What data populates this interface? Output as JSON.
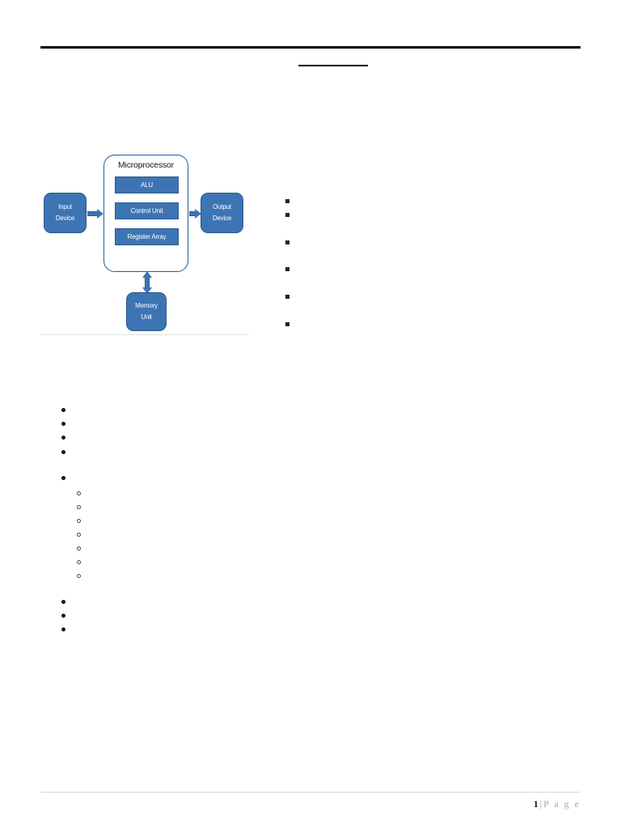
{
  "document": {
    "heading": "",
    "footer": {
      "page_number": "1",
      "separator": "|",
      "page_word": "P a g e"
    }
  },
  "figure": {
    "name": "microprocessor-block-diagram",
    "container_label": "Microprocessor",
    "internal_blocks": [
      {
        "label": "ALU"
      },
      {
        "label": "Control Unit"
      },
      {
        "label": "Register Array"
      }
    ],
    "input_device": {
      "line1": "Input",
      "line2": "Device"
    },
    "output_device": {
      "line1": "Output",
      "line2": "Device"
    },
    "memory_unit": {
      "line1": "Memory",
      "line2": "Unit"
    },
    "colors": {
      "box_fill": "#3d75b4",
      "box_border": "#2b5788",
      "container_border": "#1f5c9e",
      "arrow": "#3d75b4",
      "label_text": "#ffffff",
      "title_text": "#14181c"
    }
  },
  "side_list": {
    "marker": "square-bullet",
    "items": [
      {
        "text": ""
      },
      {
        "text": ""
      },
      {
        "text": ""
      },
      {
        "text": ""
      },
      {
        "text": ""
      },
      {
        "text": ""
      }
    ]
  },
  "body_list": {
    "marker": "disc-bullet",
    "sub_marker": "circle-bullet",
    "items_top": [
      {
        "text": ""
      },
      {
        "text": ""
      },
      {
        "text": ""
      },
      {
        "text": ""
      }
    ],
    "item_with_children": {
      "text": ""
    },
    "sub_items": [
      {
        "text": ""
      },
      {
        "text": ""
      },
      {
        "text": ""
      },
      {
        "text": ""
      },
      {
        "text": ""
      },
      {
        "text": ""
      },
      {
        "text": ""
      }
    ],
    "items_bottom": [
      {
        "text": ""
      },
      {
        "text": ""
      },
      {
        "text": ""
      }
    ]
  }
}
